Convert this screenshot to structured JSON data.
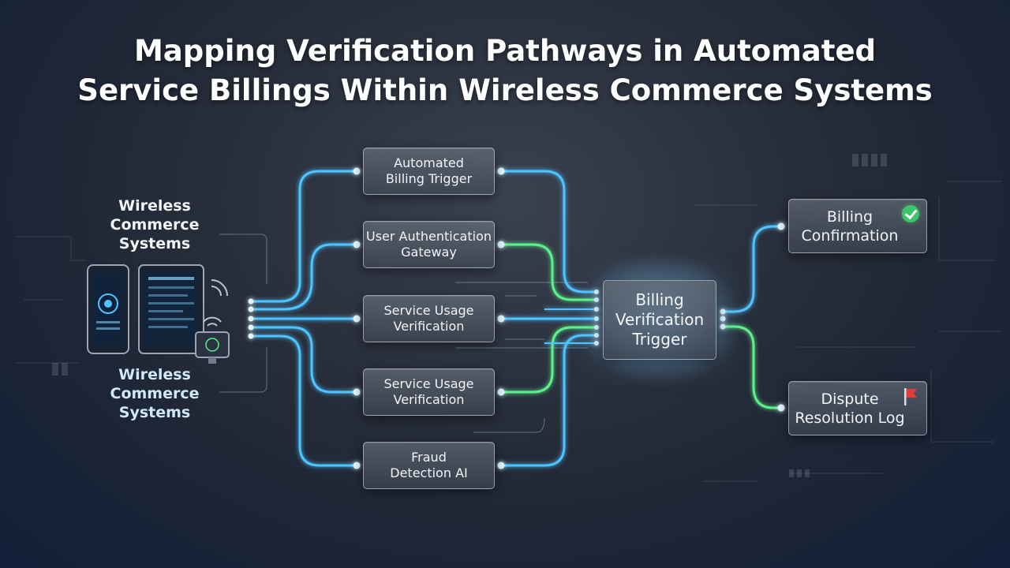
{
  "title": {
    "line1": "Mapping Verification Pathways in Automated",
    "line2": "Service Billings Within Wireless Commerce Systems"
  },
  "source_labels": {
    "top": "Wireless\nCommerce\nSystems",
    "bottom": "Wireless\nCommerce\nSystems"
  },
  "stages": [
    {
      "label": "Automated\nBilling Trigger"
    },
    {
      "label": "User Authentication\nGateway"
    },
    {
      "label": "Service Usage\nVerification"
    },
    {
      "label": "Service Usage\nVerification"
    },
    {
      "label": "Fraud\nDetection AI"
    }
  ],
  "hub": {
    "label": "Billing\nVerification\nTrigger"
  },
  "outcomes": [
    {
      "label": "Billing\nConfirmation",
      "icon": "check-circle-icon"
    },
    {
      "label": "Dispute\nResolution Log",
      "icon": "red-flag-icon"
    }
  ],
  "colors": {
    "path_blue": "#4fc3ff",
    "path_green": "#5cf08a",
    "confirm_green": "#3ec46a",
    "flag_red": "#e23b3b"
  }
}
